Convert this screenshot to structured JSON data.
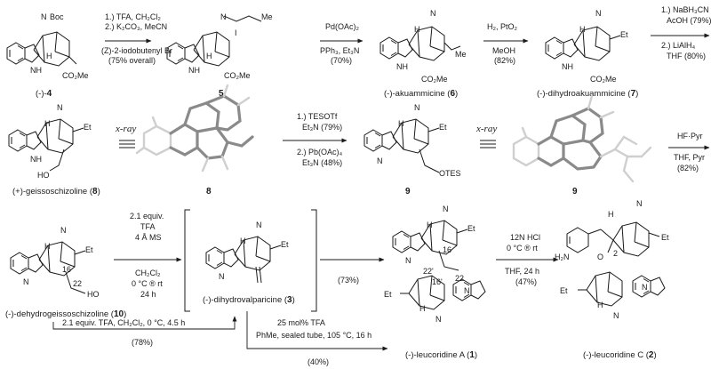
{
  "compounds": {
    "c4": {
      "name": "(-)-",
      "num": "4",
      "tail": ""
    },
    "c5": {
      "num": "5"
    },
    "c6": {
      "name": "(-)-akuammicine (",
      "num": "6",
      "tail": ")"
    },
    "c7": {
      "name": "(-)-dihydroakuammicine (",
      "num": "7",
      "tail": ")"
    },
    "c8": {
      "name": "(+)-geissoschizoline (",
      "num": "8",
      "tail": ")"
    },
    "c8x": {
      "num": "8"
    },
    "c9": {
      "num": "9"
    },
    "c9x": {
      "num": "9"
    },
    "c10": {
      "name": "(-)-dehydrogeissoschizoline (",
      "num": "10",
      "tail": ")"
    },
    "c3": {
      "name": "(-)-dihydrovalparicine (",
      "num": "3",
      "tail": ")"
    },
    "c1": {
      "name": "(-)-leucoridine A (",
      "num": "1",
      "tail": ")"
    },
    "c2": {
      "name": "(-)-leucoridine C (",
      "num": "2",
      "tail": ")"
    }
  },
  "atoms": {
    "boc": "Boc",
    "n": "N",
    "nh": "NH",
    "h": "H",
    "co2me": "CO₂Me",
    "i": "I",
    "me": "Me",
    "et": "Et",
    "ho": "HO",
    "otes": "OTES",
    "h2n": "H₂N",
    "o": "O",
    "n16": "16",
    "n22": "22",
    "n22p": "22'",
    "n16p": "16'",
    "n2": "2"
  },
  "steps": {
    "s1": [
      "1.) TFA, CH₂Cl₂",
      "2.) K₂CO₃, MeCN",
      "(Z)-2-iodobutenyl Br",
      "(75% overall)"
    ],
    "s2": [
      "Pd(OAc)₂",
      "PPh₃, Et₃N",
      "(70%)"
    ],
    "s3": [
      "H₂, PtO₂",
      "MeOH",
      "(82%)"
    ],
    "s4": [
      "1.) NaBH₃CN",
      "AcOH (79%)",
      "2.) LiAlH₄",
      "THF (80%)"
    ],
    "s5": [
      "1.) TESOTf",
      "Et₃N (79%)",
      "2.) Pb(OAc)₄",
      "Et₃N (48%)"
    ],
    "s6": [
      "HF·Pyr",
      "THF, Pyr",
      "(82%)"
    ],
    "s7": [
      "2.1 equiv.",
      "TFA",
      "4 Å MS",
      "CH₂Cl₂",
      "0 °C ® rt",
      "24 h"
    ],
    "s8": [
      "(73%)"
    ],
    "s9": [
      "12N HCl",
      "0 °C ® rt",
      "THF, 24 h",
      "(47%)"
    ],
    "s10": [
      "2.1 equiv. TFA, CH₂Cl₂, 0 °C, 4.5 h",
      "(78%)"
    ],
    "s11": [
      "25 mol% TFA",
      "PhMe, sealed tube, 105 °C, 16 h",
      "(40%)"
    ]
  },
  "xray_label": "x-ray",
  "colors": {
    "ink": "#1a1a1a",
    "rod": "#8a8a8a",
    "rod_light": "#cfcfcf"
  }
}
